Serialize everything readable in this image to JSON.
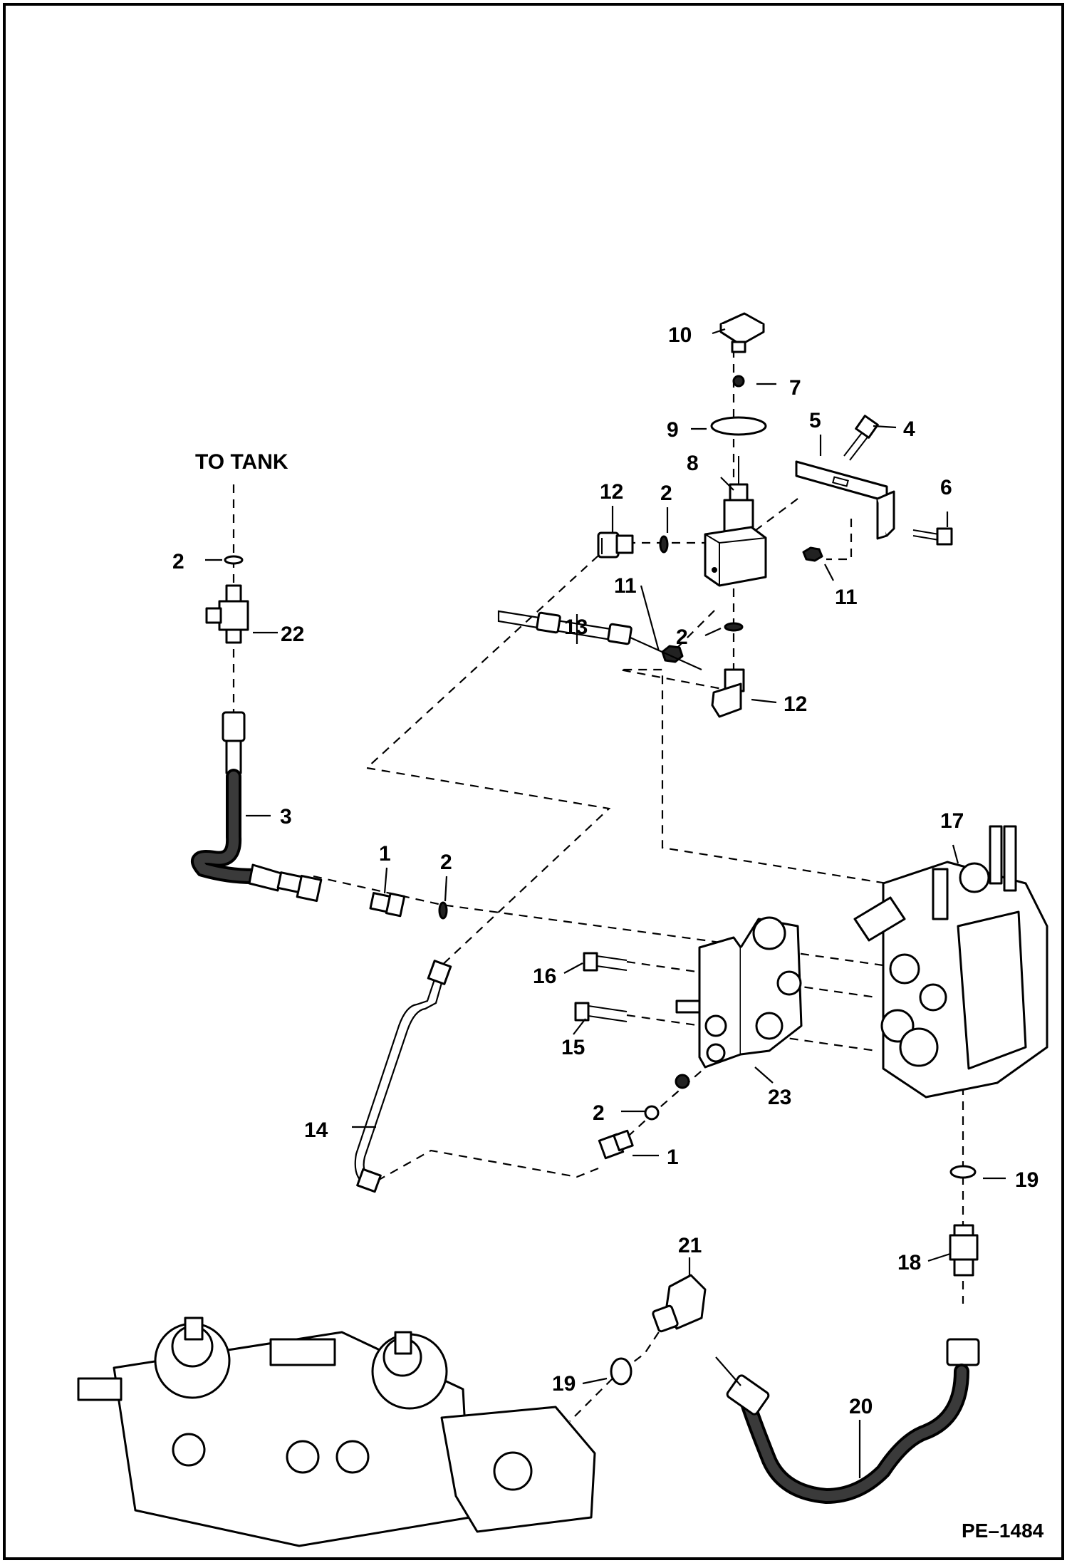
{
  "document": {
    "page_ref": "PE–1484",
    "destination_label": "TO TANK"
  },
  "callouts": [
    {
      "id": "c1a",
      "label": "1"
    },
    {
      "id": "c1b",
      "label": "1"
    },
    {
      "id": "c2a",
      "label": "2"
    },
    {
      "id": "c2b",
      "label": "2"
    },
    {
      "id": "c2c",
      "label": "2"
    },
    {
      "id": "c2d",
      "label": "2"
    },
    {
      "id": "c2e",
      "label": "2"
    },
    {
      "id": "c3",
      "label": "3"
    },
    {
      "id": "c4",
      "label": "4"
    },
    {
      "id": "c5",
      "label": "5"
    },
    {
      "id": "c6",
      "label": "6"
    },
    {
      "id": "c7",
      "label": "7"
    },
    {
      "id": "c8",
      "label": "8"
    },
    {
      "id": "c9",
      "label": "9"
    },
    {
      "id": "c10",
      "label": "10"
    },
    {
      "id": "c11a",
      "label": "11"
    },
    {
      "id": "c11b",
      "label": "11"
    },
    {
      "id": "c12a",
      "label": "12"
    },
    {
      "id": "c12b",
      "label": "12"
    },
    {
      "id": "c13",
      "label": "13"
    },
    {
      "id": "c14",
      "label": "14"
    },
    {
      "id": "c15",
      "label": "15"
    },
    {
      "id": "c16",
      "label": "16"
    },
    {
      "id": "c17",
      "label": "17"
    },
    {
      "id": "c18",
      "label": "18"
    },
    {
      "id": "c19a",
      "label": "19"
    },
    {
      "id": "c19b",
      "label": "19"
    },
    {
      "id": "c20",
      "label": "20"
    },
    {
      "id": "c21",
      "label": "21"
    },
    {
      "id": "c22",
      "label": "22"
    },
    {
      "id": "c23",
      "label": "23"
    }
  ]
}
